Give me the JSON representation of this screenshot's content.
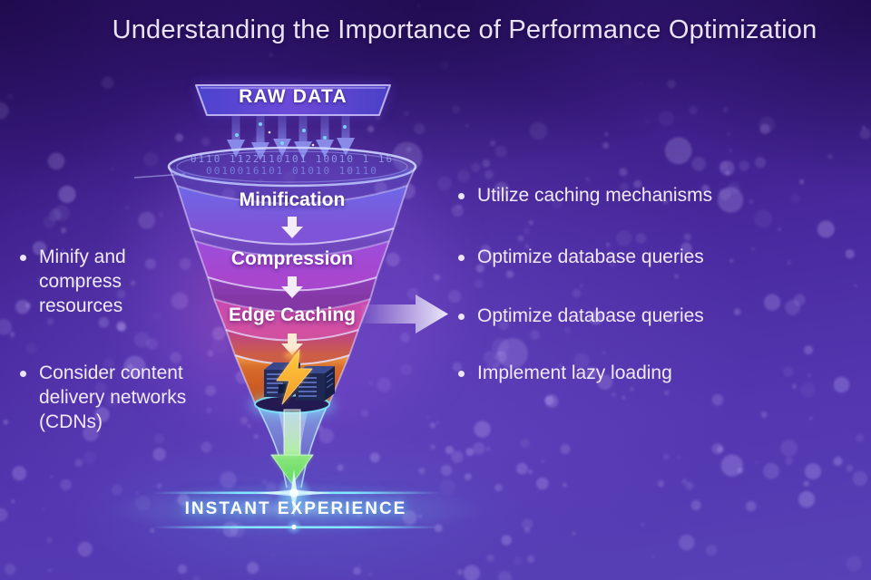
{
  "title": "Understanding the Importance of Performance Optimization",
  "funnel": {
    "source_label": "RAW DATA",
    "binary_row1": "0110 1122110101 10010 1 16",
    "binary_row2": "0010016101 01010 10110",
    "stages": [
      {
        "label": "Minification"
      },
      {
        "label": "Compression"
      },
      {
        "label": "Edge Caching"
      }
    ],
    "result_label": "INSTANT EXPERIENCE"
  },
  "left_bullets": [
    "Minify and compress resources",
    "Consider content delivery networks (CDNs)"
  ],
  "right_bullets": [
    "Utilize caching mechanisms",
    "Optimize database queries",
    "Optimize database queries",
    "Implement lazy loading"
  ],
  "colors": {
    "background_top": "#2c1166",
    "background_bottom": "#5741b6",
    "accent_cyan": "#7fe6ff",
    "accent_green": "#6ede5e",
    "accent_orange": "#e8862e",
    "band_blue": "#6e68e8",
    "band_purple": "#9b4eda",
    "band_magenta": "#c548b4",
    "text": "#efe9fb"
  }
}
